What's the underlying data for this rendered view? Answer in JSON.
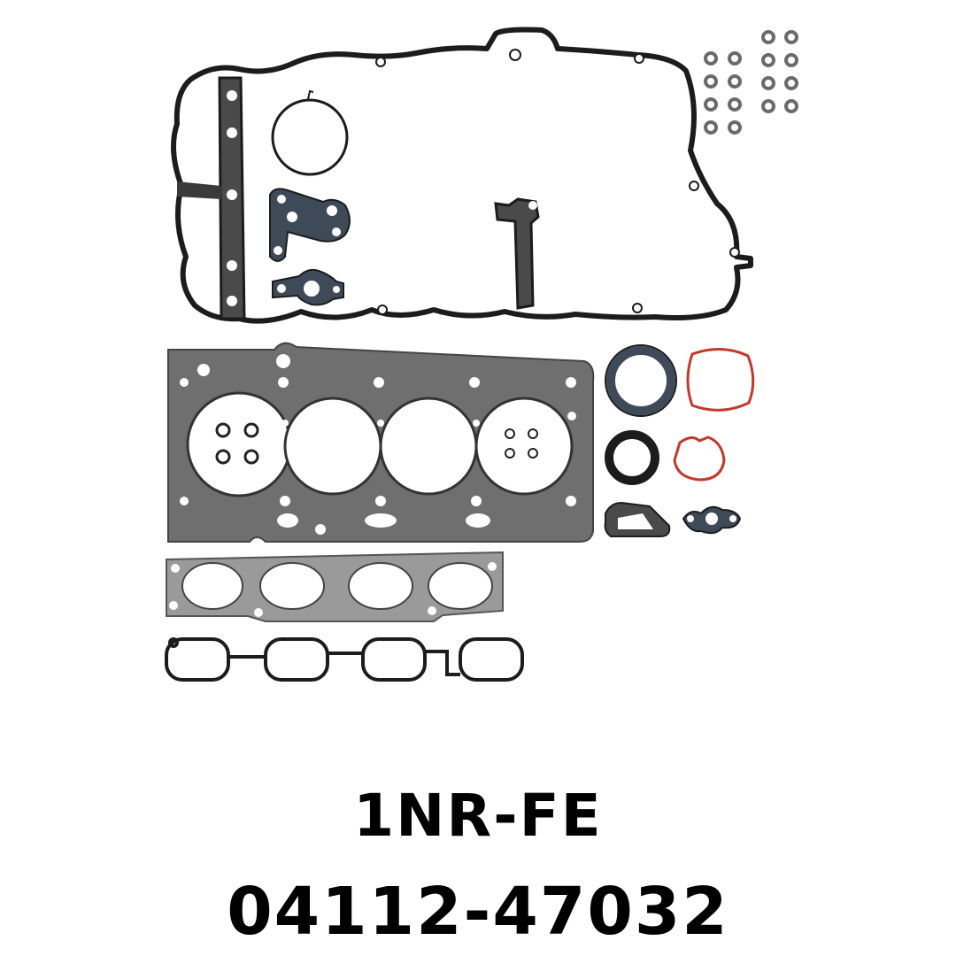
{
  "caption": {
    "engine_code": "1NR-FE",
    "part_number": "04112-47032"
  },
  "colors": {
    "background": "#ffffff",
    "gasket_dark": "#1c1c1c",
    "gasket_gray": "#7a7a7a",
    "gasket_light_gray": "#9a9a9a",
    "gasket_navy": "#3f4a59",
    "gasket_red": "#c23a2b",
    "text": "#000000"
  },
  "icons": {
    "illustration": "gasket-kit-photo"
  }
}
